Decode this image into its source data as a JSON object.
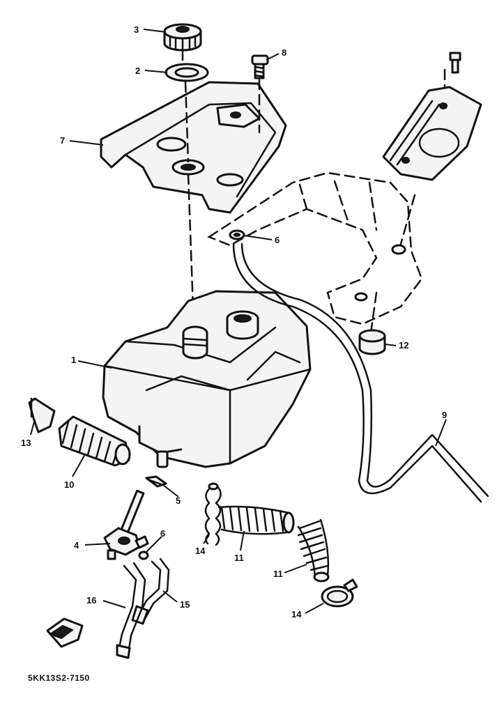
{
  "diagram_code": "5KK13S2-7150",
  "callouts": {
    "c1": "1",
    "c2": "2",
    "c3": "3",
    "c4": "4",
    "c5": "5",
    "c6a": "6",
    "c6b": "6",
    "c7": "7",
    "c8": "8",
    "c9": "9",
    "c10": "10",
    "c11a": "11",
    "c11b": "11",
    "c12": "12",
    "c13": "13",
    "c14a": "14",
    "c14b": "14",
    "c15": "15",
    "c16": "16"
  }
}
